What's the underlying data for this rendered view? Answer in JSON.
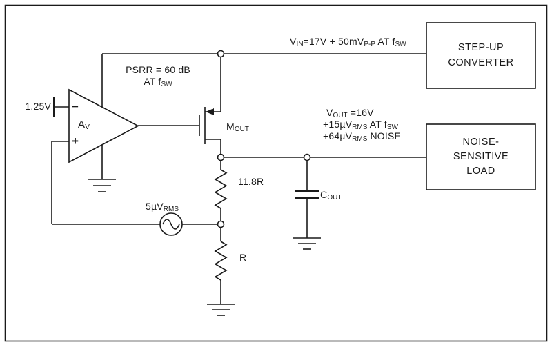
{
  "diagram": {
    "type": "circuit-schematic",
    "colors": {
      "line": "#1a1a1a",
      "background": "#ffffff"
    },
    "labels": {
      "vref": [
        {
          "t": "1.25V"
        }
      ],
      "psrr_line1": [
        {
          "t": "PSRR = 60 dB"
        }
      ],
      "psrr_line2": [
        {
          "t": "AT f"
        },
        {
          "t": "SW",
          "sub": true
        }
      ],
      "vin": [
        {
          "t": "V"
        },
        {
          "t": "IN",
          "sub": true
        },
        {
          "t": "=17V + 50mV"
        },
        {
          "t": "P-P",
          "sub": true
        },
        {
          "t": " AT f"
        },
        {
          "t": "SW",
          "sub": true
        }
      ],
      "opamp_gain": [
        {
          "t": "A"
        },
        {
          "t": "V",
          "sub": true
        }
      ],
      "opamp_minus": [
        {
          "t": "−"
        }
      ],
      "opamp_plus": [
        {
          "t": "+"
        }
      ],
      "mosfet": [
        {
          "t": "M"
        },
        {
          "t": "OUT",
          "sub": true
        }
      ],
      "vout_line1": [
        {
          "t": "V"
        },
        {
          "t": "OUT",
          "sub": true
        },
        {
          "t": " =16V"
        }
      ],
      "vout_line2": [
        {
          "t": "+15µV"
        },
        {
          "t": "RMS",
          "sub": true
        },
        {
          "t": " AT f"
        },
        {
          "t": "SW",
          "sub": true
        }
      ],
      "vout_line3": [
        {
          "t": "+64µV"
        },
        {
          "t": "RMS",
          "sub": true
        },
        {
          "t": " NOISE"
        }
      ],
      "resistor_top": [
        {
          "t": "11.8R"
        }
      ],
      "resistor_bottom": [
        {
          "t": "R"
        }
      ],
      "cout": [
        {
          "t": "C"
        },
        {
          "t": "OUT",
          "sub": true
        }
      ],
      "noise_source": [
        {
          "t": "5µV"
        },
        {
          "t": "RMS",
          "sub": true
        }
      ],
      "box_stepup_line1": [
        {
          "t": "STEP-UP"
        }
      ],
      "box_stepup_line2": [
        {
          "t": "CONVERTER"
        }
      ],
      "box_load_line1": [
        {
          "t": "NOISE-"
        }
      ],
      "box_load_line2": [
        {
          "t": "SENSITIVE"
        }
      ],
      "box_load_line3": [
        {
          "t": "LOAD"
        }
      ]
    }
  }
}
